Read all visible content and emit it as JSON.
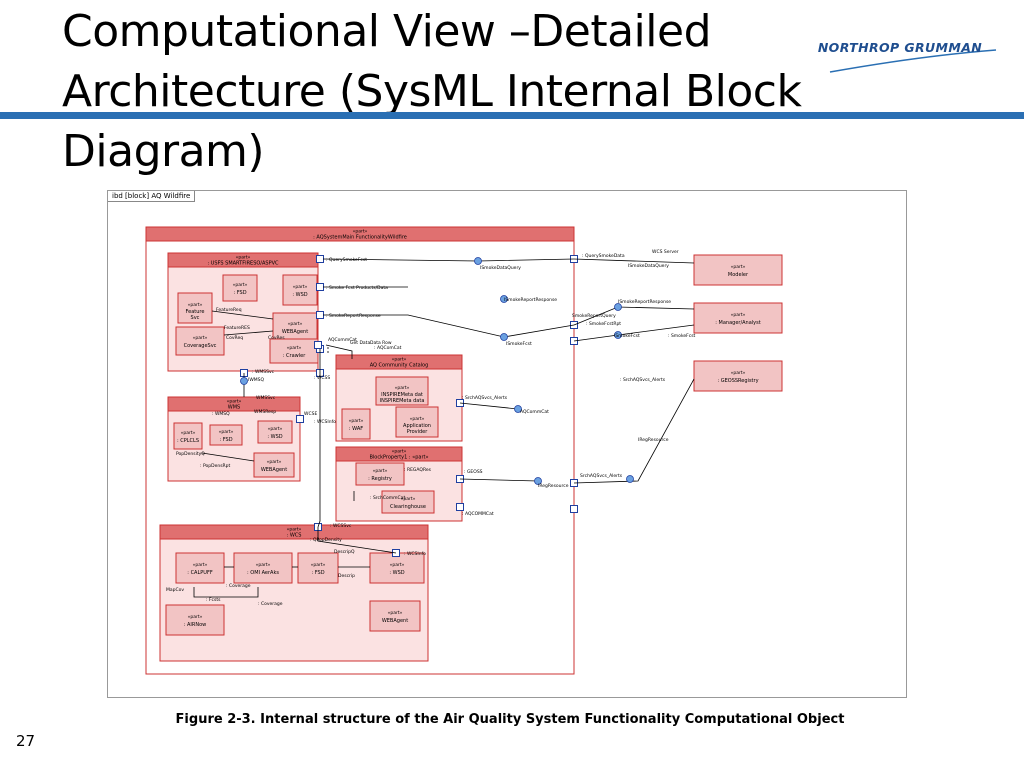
{
  "slide": {
    "title": "Computational View –Detailed Architecture (SysML Internal Block Diagram)",
    "logo_text": "NORTHROP GRUMMAN",
    "caption": "Figure 2-3. Internal structure of the Air Quality System Functionality Computational Object",
    "page_number": "27"
  },
  "diagram": {
    "frame_label": "ibd [block] AQ Wildfire",
    "stereotype": "«part»",
    "blocks": [
      {
        "id": "main",
        "label": ": AQSystemMain FunctionalityWildfire"
      },
      {
        "id": "usfs",
        "label": ": USFS SMARTFIRESO/ASPVC"
      },
      {
        "id": "fsd1",
        "label": ": FSD"
      },
      {
        "id": "wsd1",
        "label": ": WSD"
      },
      {
        "id": "feature",
        "label": "Feature Svc"
      },
      {
        "id": "coverage",
        "label": "CoverageSvc"
      },
      {
        "id": "webagent1",
        "label": "WEBAgent"
      },
      {
        "id": "crawler",
        "label": ": Crawler"
      },
      {
        "id": "catalog",
        "label": "AQ Community Catalog"
      },
      {
        "id": "inspire",
        "label": "INSPIREMeta data"
      },
      {
        "id": "waf",
        "label": ": WAF"
      },
      {
        "id": "appprov",
        "label": "Application Provider"
      },
      {
        "id": "wms",
        "label": "WMS"
      },
      {
        "id": "cplcls",
        "label": ": CPLCLS"
      },
      {
        "id": "fsd2",
        "label": ": FSD"
      },
      {
        "id": "wsd2",
        "label": ": WSD"
      },
      {
        "id": "webagent2",
        "label": "WEBAgent"
      },
      {
        "id": "blockprop",
        "label": "BlockProperty1 : «part»"
      },
      {
        "id": "registry",
        "label": ": Registry"
      },
      {
        "id": "clearinghouse",
        "label": "Clearinghouse"
      },
      {
        "id": "wcs",
        "label": ": WCS"
      },
      {
        "id": "calpuff",
        "label": ": CALPUFF"
      },
      {
        "id": "omi",
        "label": ": OMI AerAks"
      },
      {
        "id": "fsd3",
        "label": ": FSD"
      },
      {
        "id": "wsd3",
        "label": ": WSD"
      },
      {
        "id": "airnow",
        "label": ": AIRNow"
      },
      {
        "id": "webagent3",
        "label": "WEBAgent"
      },
      {
        "id": "modeler",
        "label": "Modeler"
      },
      {
        "id": "manager",
        "label": ": Manager/Analyst"
      },
      {
        "id": "geoss",
        "label": ": GEOSSRegistry"
      }
    ],
    "port_labels": [
      ": QuerySmokeFcst",
      ": Smoke Fcst Products/Data",
      ": SmokeReportResponse",
      "ISmokeDataQuery",
      ": QuerySmokeData",
      "WCS Server",
      "ISmokeDataQuery",
      "ISmokeReportResponse",
      "ISmokeReportResponse",
      "SmokeReportQuery",
      ": SmokeFcstRpt",
      "ISmokeFcst",
      "ISmokeFcst",
      ": SmokeFcst",
      "AQCommCat",
      "Get Data",
      "Data Row",
      ": AQComCat",
      ": WMSSvc",
      ": WCSS",
      "IWMSQ",
      "WMSSvc",
      ": WMSQ",
      "WMSResp",
      "WCSE",
      ": WCSInfo",
      ": SrchAQSvcs_Alerts",
      "AQCommCat",
      ": SrchAQSvcs_Alerts",
      "IRegResource",
      "SrchAQSvcs_Alerts",
      "IRegResource",
      ": GEOSS",
      ": REGAQRes",
      ": SrchCommCat",
      ": AQCOMMCat",
      ": WCSSvc",
      ": QPopDensity",
      "DescripQ",
      ": WCSInfo",
      "Descrip",
      ": Coverage",
      "MapCov",
      ": Fcsts",
      ": Coverage",
      "FeatureReq",
      "FeatureRES",
      "CovReq",
      "CovRes",
      "PopDensityQ",
      ": PopDensRpt"
    ]
  },
  "colors": {
    "accent_blue": "#2a6fb3",
    "block_fill": "#f2c4c4",
    "block_border": "#cc3333",
    "header_fill": "#e07070",
    "logo_blue": "#1f4e8f"
  }
}
